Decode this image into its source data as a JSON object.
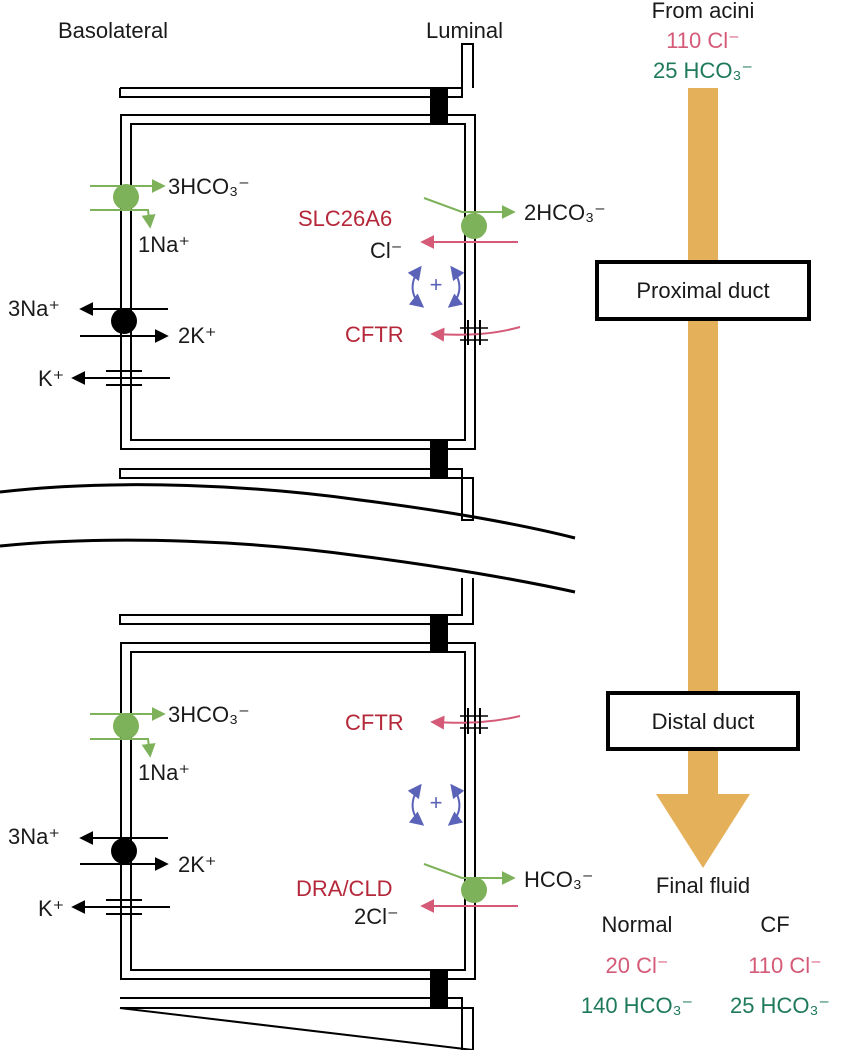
{
  "labels": {
    "basolateral": "Basolateral",
    "luminal": "Luminal",
    "from_acini": "From acini",
    "proximal_duct": "Proximal duct",
    "distal_duct": "Distal duct",
    "final_fluid": "Final fluid",
    "normal": "Normal",
    "cf": "CF",
    "plus": "+"
  },
  "from_acini": {
    "cl": "110 Cl⁻",
    "hco3": "25 HCO₃⁻"
  },
  "proximal_cell": {
    "cotransporter_out": "3HCO₃⁻",
    "cotransporter_in": "1Na⁺",
    "pump_na": "3Na⁺",
    "pump_k": "2K⁺",
    "k_channel": "K⁺",
    "exchanger_name": "SLC26A6",
    "exchanger_out": "2HCO₃⁻",
    "exchanger_in": "Cl⁻",
    "cftr": "CFTR"
  },
  "distal_cell": {
    "cotransporter_out": "3HCO₃⁻",
    "cotransporter_in": "1Na⁺",
    "pump_na": "3Na⁺",
    "pump_k": "2K⁺",
    "k_channel": "K⁺",
    "exchanger_name": "DRA/CLD",
    "exchanger_out": "HCO₃⁻",
    "exchanger_in": "2Cl⁻",
    "cftr": "CFTR"
  },
  "final_fluid": {
    "normal_cl": "20 Cl⁻",
    "normal_hco3": "140 HCO₃⁻",
    "cf_cl": "110 Cl⁻",
    "cf_hco3": "25 HCO₃⁻"
  },
  "colors": {
    "green": "#7db25a",
    "red": "#b5283a",
    "pink": "#d45a78",
    "teal": "#1f7a5a",
    "blue": "#5b63b8",
    "orange": "#e5b05a"
  }
}
